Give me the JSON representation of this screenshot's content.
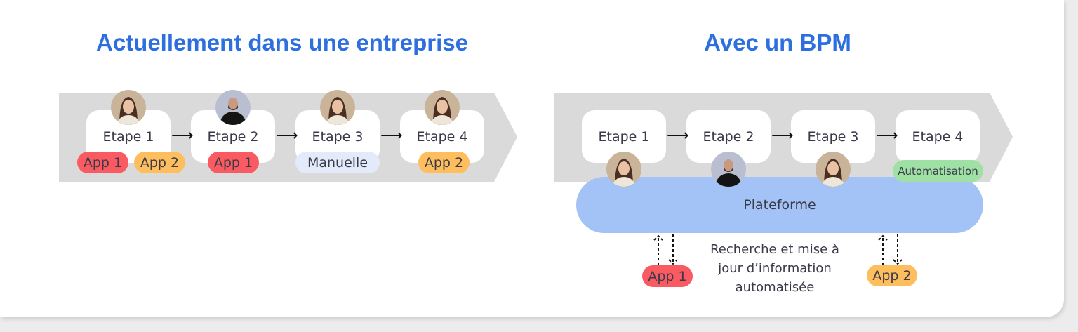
{
  "left": {
    "title": "Actuellement dans une entreprise",
    "steps": [
      "Etape 1",
      "Etape 2",
      "Etape 3",
      "Etape 4"
    ],
    "tags": {
      "s1a": "App 1",
      "s1b": "App 2",
      "s2": "App 1",
      "s3": "Manuelle",
      "s4": "App 2"
    }
  },
  "right": {
    "title": "Avec un BPM",
    "steps": [
      "Etape 1",
      "Etape 2",
      "Etape 3",
      "Etape 4"
    ],
    "automation_tag": "Automatisation",
    "platform": "Plateforme",
    "apps": [
      "App 1",
      "App 2"
    ],
    "note": [
      "Recherche et mise à",
      "jour d’information",
      "automatisée"
    ]
  },
  "colors": {
    "title": "#2e6fe0",
    "app1": "#fa5a62",
    "app2": "#ffbe5e",
    "manual": "#e3ebfb",
    "automation": "#9fe0a4",
    "platform": "#a3c2f6",
    "band": "#dadada"
  }
}
